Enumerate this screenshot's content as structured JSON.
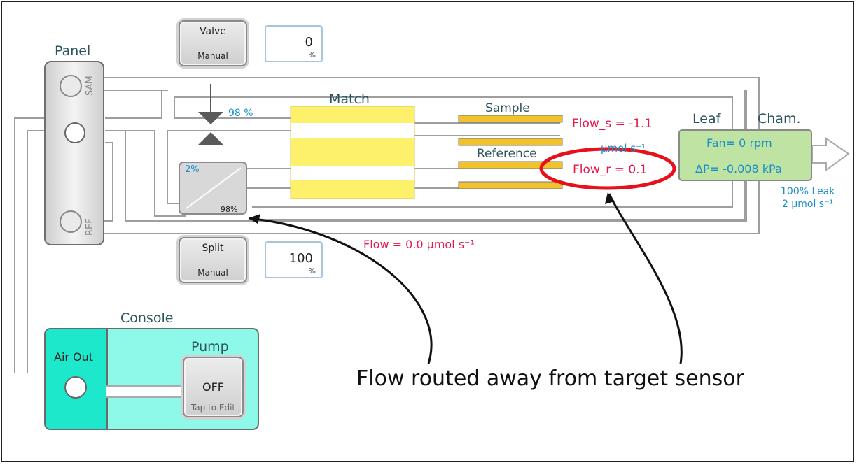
{
  "panel": {
    "title": "Panel",
    "sam_label": "SAM",
    "ref_label": "REF"
  },
  "valve": {
    "title": "Valve",
    "mode": "Manual",
    "value": "0",
    "unit": "%",
    "pct_label": "98 %"
  },
  "split": {
    "title": "Split",
    "mode": "Manual",
    "value": "100",
    "unit": "%",
    "top_pct": "2%",
    "bottom_pct": "98%"
  },
  "match": {
    "title": "Match"
  },
  "sample": {
    "title": "Sample",
    "flow": "Flow_s = -1.1",
    "unit": "µmol s⁻¹"
  },
  "reference": {
    "title": "Reference",
    "flow": "Flow_r = 0.1"
  },
  "main_flow": "Flow = 0.0 µmol s⁻¹",
  "leaf": {
    "title": "Leaf",
    "fan": "Fan= 0 rpm",
    "dp": "ΔP= -0.008 kPa"
  },
  "chamber": {
    "title": "Cham.",
    "leak_line1": "100% Leak",
    "leak_line2": "2 µmol s⁻¹"
  },
  "console": {
    "title": "Console",
    "air_out": "Air Out"
  },
  "pump": {
    "title": "Pump",
    "state": "OFF",
    "hint": "Tap to Edit"
  },
  "annotation": {
    "text": "Flow routed away from target sensor"
  },
  "colors": {
    "red_text": "#e8174a",
    "blue_text": "#1a8fc9",
    "yellow": "#fdf06a",
    "yellow_bar": "#f2c12e",
    "leaf_green": "#bfe3a2",
    "console_bg": "#8ff9e9",
    "airout_bg": "#1ee8cc",
    "highlight": "#e8101a"
  }
}
